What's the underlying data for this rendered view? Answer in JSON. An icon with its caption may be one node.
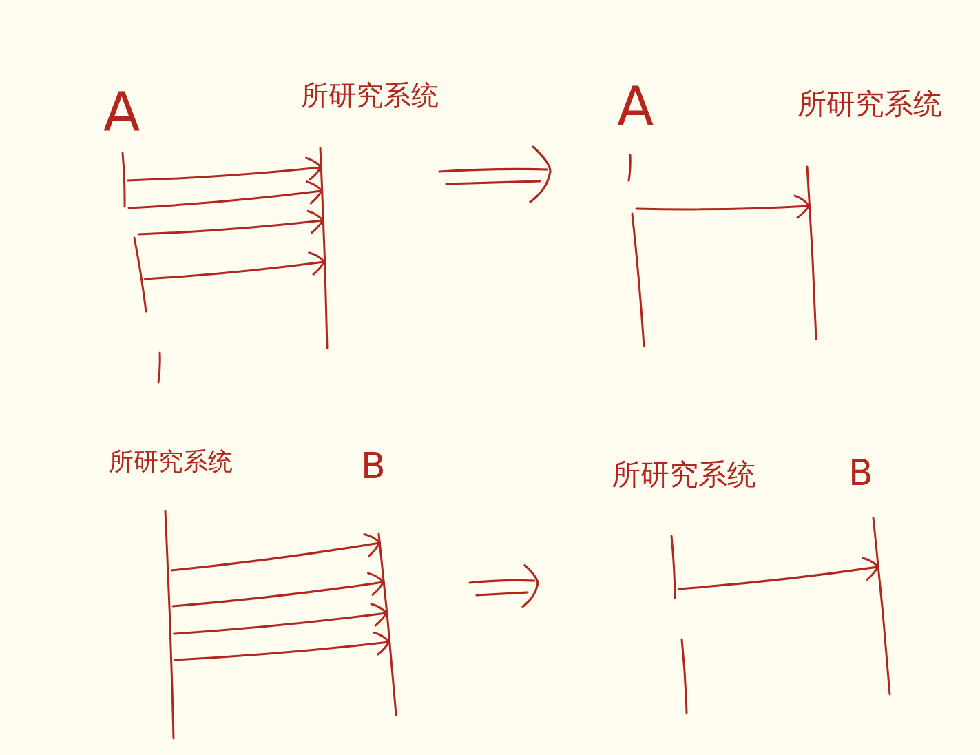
{
  "diagram": {
    "nodes": [
      {
        "text": [
          "A"
        ]
      },
      {
        "text": [
          "所研究系统"
        ]
      },
      {
        "text": [
          "A"
        ]
      },
      {
        "text": [
          "所研究系统"
        ]
      },
      {
        "text": [
          "所研究系统"
        ]
      },
      {
        "text": [
          "B"
        ]
      },
      {
        "text": [
          "所研究系统"
        ]
      },
      {
        "text": [
          "B"
        ]
      }
    ],
    "edges": [
      {
        "from": 0,
        "to": 1,
        "arrow": "to"
      },
      {
        "from": 0,
        "to": 1,
        "arrow": "to"
      },
      {
        "from": 0,
        "to": 1,
        "arrow": "to"
      },
      {
        "from": 0,
        "to": 1,
        "arrow": "to"
      },
      {
        "from": 2,
        "to": 3,
        "arrow": "to"
      },
      {
        "from": 4,
        "to": 5,
        "arrow": "to"
      },
      {
        "from": 4,
        "to": 5,
        "arrow": "to"
      },
      {
        "from": 4,
        "to": 5,
        "arrow": "to"
      },
      {
        "from": 4,
        "to": 5,
        "arrow": "to"
      },
      {
        "from": 6,
        "to": 7,
        "arrow": "to"
      }
    ]
  }
}
